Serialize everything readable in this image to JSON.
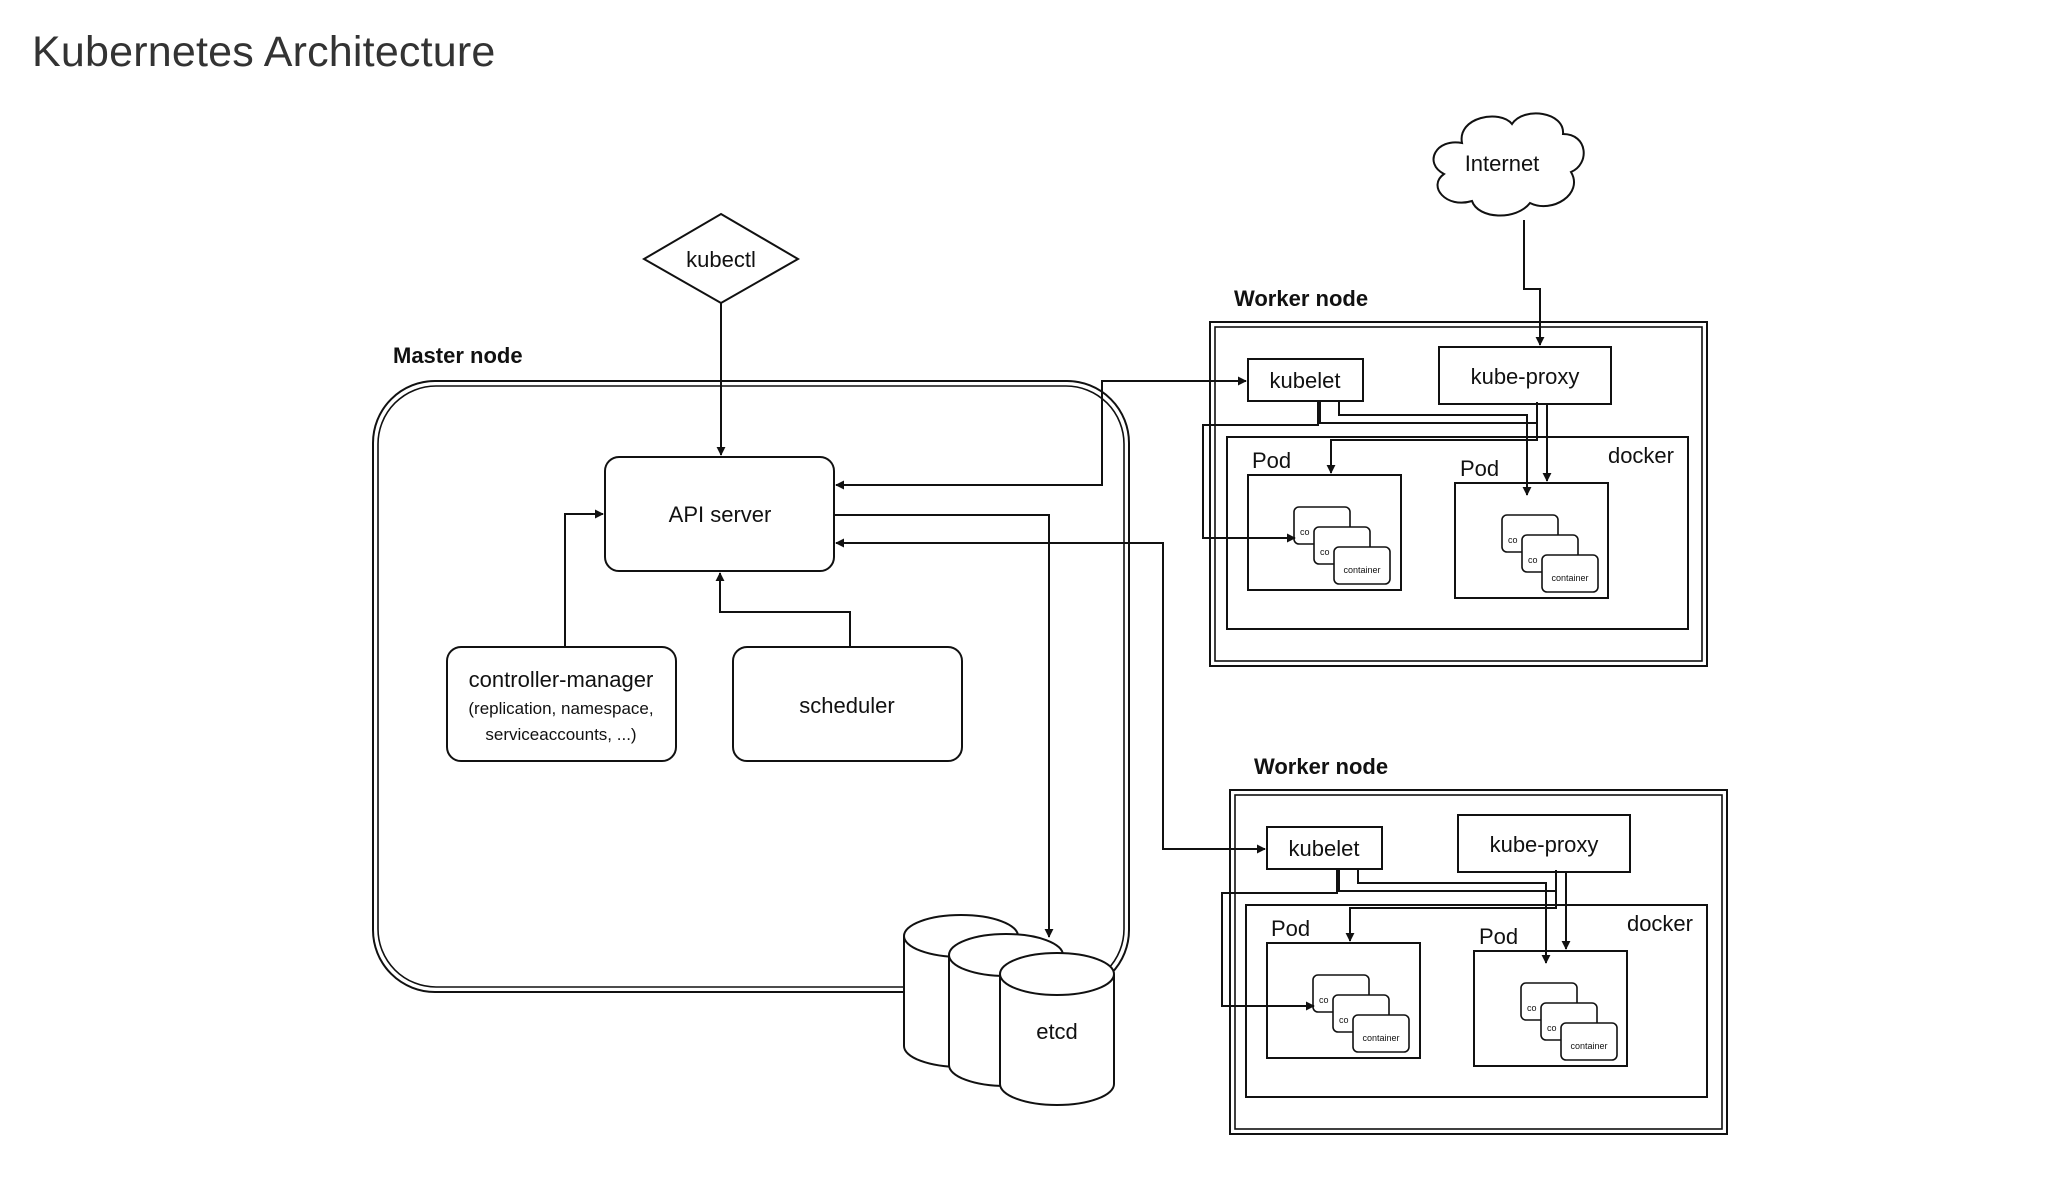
{
  "title": "Kubernetes Architecture",
  "master": {
    "label": "Master node",
    "kubectl": "kubectl",
    "api_server": "API server",
    "controller_manager": "controller-manager",
    "controller_manager_sub1": "(replication, namespace,",
    "controller_manager_sub2": "serviceaccounts, ...)",
    "scheduler": "scheduler",
    "etcd": "etcd"
  },
  "internet": "Internet",
  "workers": [
    {
      "label": "Worker node",
      "kubelet": "kubelet",
      "kube_proxy": "kube-proxy",
      "docker": "docker",
      "pods": [
        {
          "label": "Pod",
          "containers": [
            "co",
            "co",
            "container"
          ]
        },
        {
          "label": "Pod",
          "containers": [
            "co",
            "co",
            "container"
          ]
        }
      ]
    },
    {
      "label": "Worker node",
      "kubelet": "kubelet",
      "kube_proxy": "kube-proxy",
      "docker": "docker",
      "pods": [
        {
          "label": "Pod",
          "containers": [
            "co",
            "co",
            "container"
          ]
        },
        {
          "label": "Pod",
          "containers": [
            "co",
            "co",
            "container"
          ]
        }
      ]
    }
  ]
}
